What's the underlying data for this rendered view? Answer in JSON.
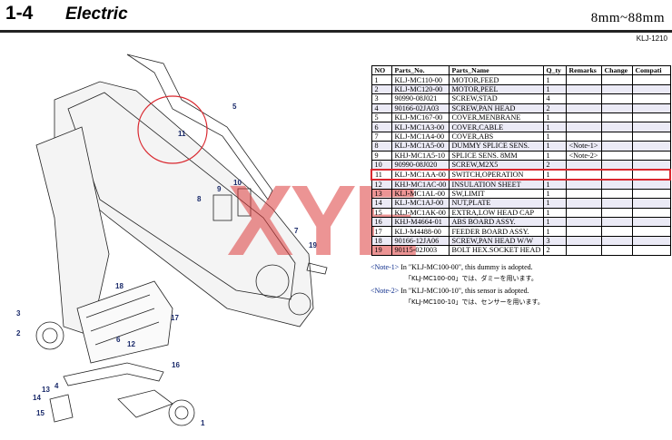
{
  "header": {
    "section": "1-4",
    "title": "Electric",
    "range": "8mm~88mm",
    "model": "KLJ-1210"
  },
  "table": {
    "columns": [
      "NO",
      "Parts_No.",
      "Parts_Name",
      "Q_ty",
      "Remarks",
      "Change",
      "Compati"
    ],
    "rows": [
      {
        "no": "1",
        "part_no": "KLJ-MC110-00",
        "name": "MOTOR,FEED",
        "qty": "1",
        "remarks": ""
      },
      {
        "no": "2",
        "part_no": "KLJ-MC120-00",
        "name": "MOTOR,PEEL",
        "qty": "1",
        "remarks": ""
      },
      {
        "no": "3",
        "part_no": "90990-08J021",
        "name": "SCREW,STAD",
        "qty": "4",
        "remarks": ""
      },
      {
        "no": "4",
        "part_no": "90166-02JA03",
        "name": "SCREW,PAN HEAD",
        "qty": "2",
        "remarks": ""
      },
      {
        "no": "5",
        "part_no": "KLJ-MC167-00",
        "name": "COVER,MENBRANE",
        "qty": "1",
        "remarks": ""
      },
      {
        "no": "6",
        "part_no": "KLJ-MC1A3-00",
        "name": "COVER,CABLE",
        "qty": "1",
        "remarks": ""
      },
      {
        "no": "7",
        "part_no": "KLJ-MC1A4-00",
        "name": "COVER,ABS",
        "qty": "1",
        "remarks": ""
      },
      {
        "no": "8",
        "part_no": "KLJ-MC1A5-00",
        "name": "DUMMY SPLICE SENS.",
        "qty": "1",
        "remarks": "<Note-1>"
      },
      {
        "no": "9",
        "part_no": "KHJ-MC1A5-10",
        "name": "SPLICE SENS. 8MM",
        "qty": "1",
        "remarks": "<Note-2>"
      },
      {
        "no": "10",
        "part_no": "90990-08J020",
        "name": "SCREW,M2X5",
        "qty": "2",
        "remarks": ""
      },
      {
        "no": "11",
        "part_no": "KLJ-MC1AA-00",
        "name": "SWITCH,OPERATION",
        "qty": "1",
        "remarks": ""
      },
      {
        "no": "12",
        "part_no": "KHJ-MC1AC-00",
        "name": "INSULATION SHEET",
        "qty": "1",
        "remarks": ""
      },
      {
        "no": "13",
        "part_no": "KLJ-MC1AL-00",
        "name": "SW,LIMIT",
        "qty": "1",
        "remarks": ""
      },
      {
        "no": "14",
        "part_no": "KLJ-MC1AJ-00",
        "name": "NUT,PLATE",
        "qty": "1",
        "remarks": ""
      },
      {
        "no": "15",
        "part_no": "KLJ-MC1AK-00",
        "name": "EXTRA,LOW HEAD CAP",
        "qty": "1",
        "remarks": ""
      },
      {
        "no": "16",
        "part_no": "KHJ-M4664-01",
        "name": "ABS BOARD ASSY.",
        "qty": "1",
        "remarks": ""
      },
      {
        "no": "17",
        "part_no": "KLJ-M4488-00",
        "name": "FEEDER BOARD ASSY.",
        "qty": "1",
        "remarks": ""
      },
      {
        "no": "18",
        "part_no": "90166-12JA06",
        "name": "SCREW,PAN HEAD W/W",
        "qty": "3",
        "remarks": ""
      },
      {
        "no": "19",
        "part_no": "90115-02J003",
        "name": "BOLT HEX.SOCKET HEAD",
        "qty": "2",
        "remarks": ""
      }
    ]
  },
  "notes": [
    {
      "label": "<Note-1>",
      "en": "In \"KLJ-MC100-00\", this dummy is adopted.",
      "jp": "「KLJ-MC100-00」では、ダミーを用います。"
    },
    {
      "label": "<Note-2>",
      "en": "In \"KLJ-MC100-10\", this sensor is adopted.",
      "jp": "「KLJ-MC100-10」では、センサーを用います。"
    }
  ],
  "watermark": "XYE",
  "diagram": {
    "callouts": [
      "11",
      "5",
      "8",
      "9",
      "10",
      "7",
      "19",
      "18",
      "17",
      "6",
      "3",
      "2",
      "12",
      "16",
      "4",
      "13",
      "14",
      "15",
      "1"
    ]
  },
  "colors": {
    "highlight": "#d9282f",
    "row_alt": "#ebeaf6",
    "watermark": "#dc3c3c"
  }
}
